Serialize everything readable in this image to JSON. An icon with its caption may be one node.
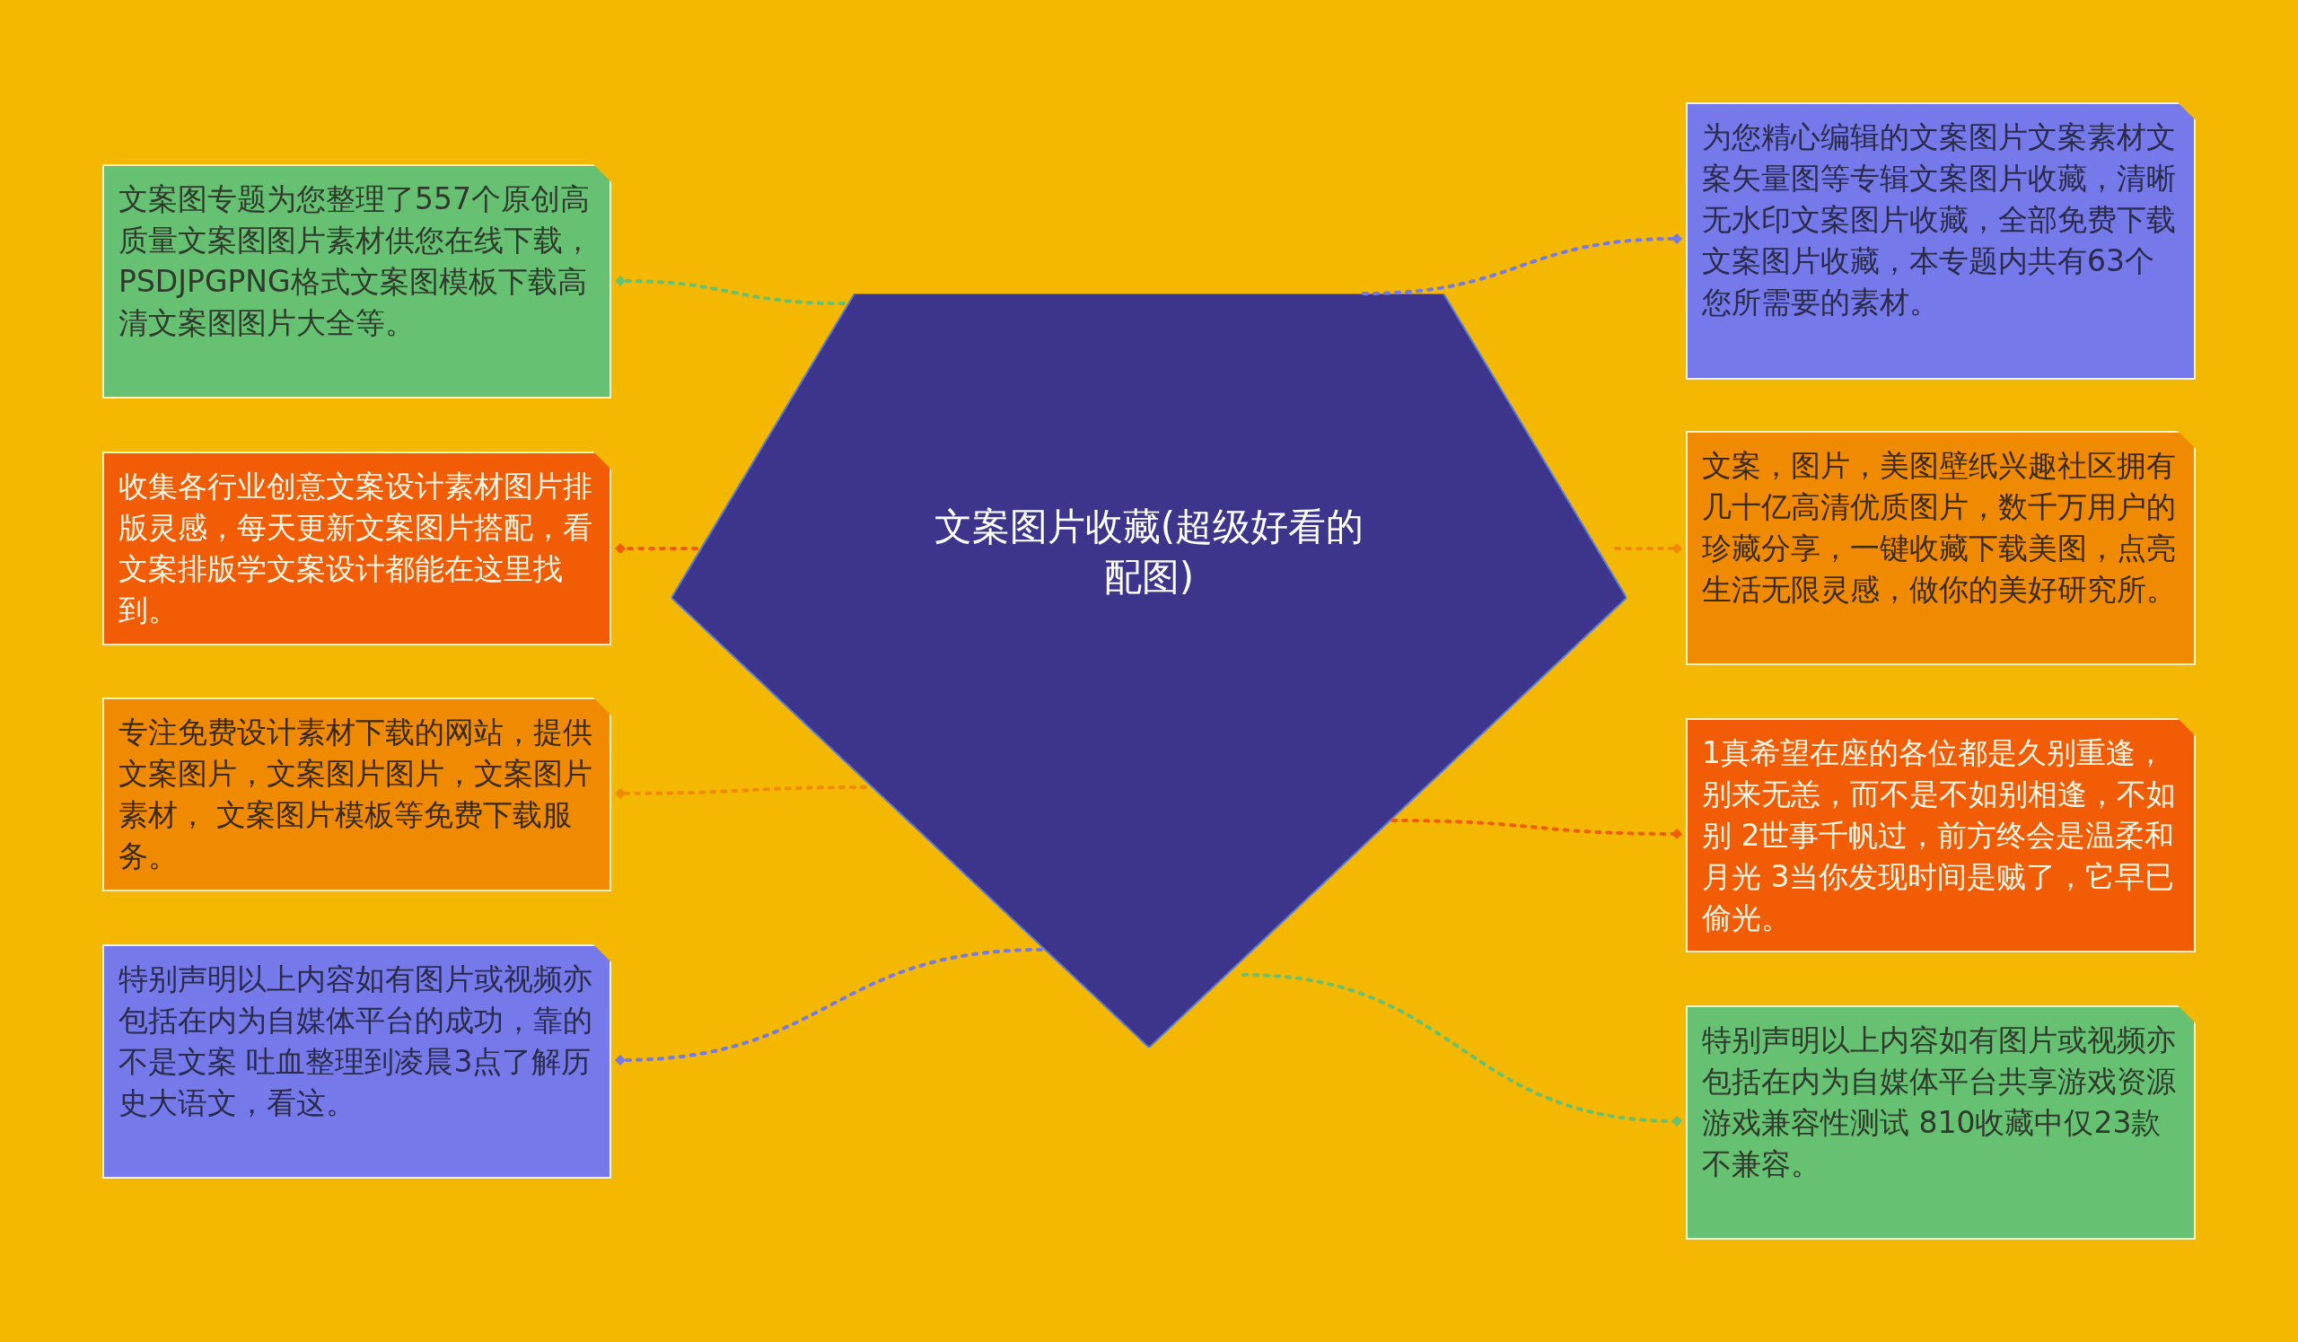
{
  "diagram": {
    "nodes": [
      {
        "text": [
          "文案图片收藏(超级好看的配图)"
        ]
      },
      {
        "text": [
          "文案图专题为您整理了557个原创高质量文案图图片素材供您在线下载，PSDJPGPNG格式文案图模板下载高清文案图图片大全等。"
        ]
      },
      {
        "text": [
          "收集各行业创意文案设计素材图片排版灵感，每天更新文案图片搭配，看文案排版学文案设计都能在这里找到。"
        ]
      },
      {
        "text": [
          "专注免费设计素材下载的网站，提供文案图片，文案图片图片，文案图片素材， 文案图片模板等免费下载服务。"
        ]
      },
      {
        "text": [
          "特别声明以上内容如有图片或视频亦包括在内为自媒体平台的成功，靠的不是文案 吐血整理到凌晨3点了解历史大语文，看这。"
        ]
      },
      {
        "text": [
          "为您精心编辑的文案图片文案素材文案矢量图等专辑文案图片收藏，清晰无水印文案图片收藏，全部免费下载文案图片收藏，本专题内共有63个您所需要的素材。"
        ]
      },
      {
        "text": [
          "文案，图片，美图壁纸兴趣社区拥有几十亿高清优质图片，数千万用户的珍藏分享，一键收藏下载美图，点亮生活无限灵感，做你的美好研究所。"
        ]
      },
      {
        "text": [
          "1真希望在座的各位都是久别重逢，别来无恙，而不是不如别相逢，不如别 2世事千帆过，前方终会是温柔和月光 3当你发现时间是贼了，它早已偷光。"
        ]
      },
      {
        "text": [
          "特别声明以上内容如有图片或视频亦包括在内为自媒体平台共享游戏资源游戏兼容性测试 810收藏中仅23款不兼容。"
        ]
      }
    ],
    "edges": [
      {
        "from": 0,
        "to": 1,
        "arrow": "other",
        "style": "dashed",
        "color": "#66c172"
      },
      {
        "from": 0,
        "to": 2,
        "arrow": "other",
        "style": "dashed",
        "color": "#f25c05"
      },
      {
        "from": 0,
        "to": 3,
        "arrow": "other",
        "style": "dashed",
        "color": "#f08a00"
      },
      {
        "from": 0,
        "to": 4,
        "arrow": "other",
        "style": "dashed",
        "color": "#7579ea"
      },
      {
        "from": 0,
        "to": 5,
        "arrow": "other",
        "style": "dashed",
        "color": "#7579ea"
      },
      {
        "from": 0,
        "to": 6,
        "arrow": "other",
        "style": "dashed",
        "color": "#f08a00"
      },
      {
        "from": 0,
        "to": 7,
        "arrow": "other",
        "style": "dashed",
        "color": "#f25c05"
      },
      {
        "from": 0,
        "to": 8,
        "arrow": "other",
        "style": "dashed",
        "color": "#66c172"
      }
    ]
  }
}
